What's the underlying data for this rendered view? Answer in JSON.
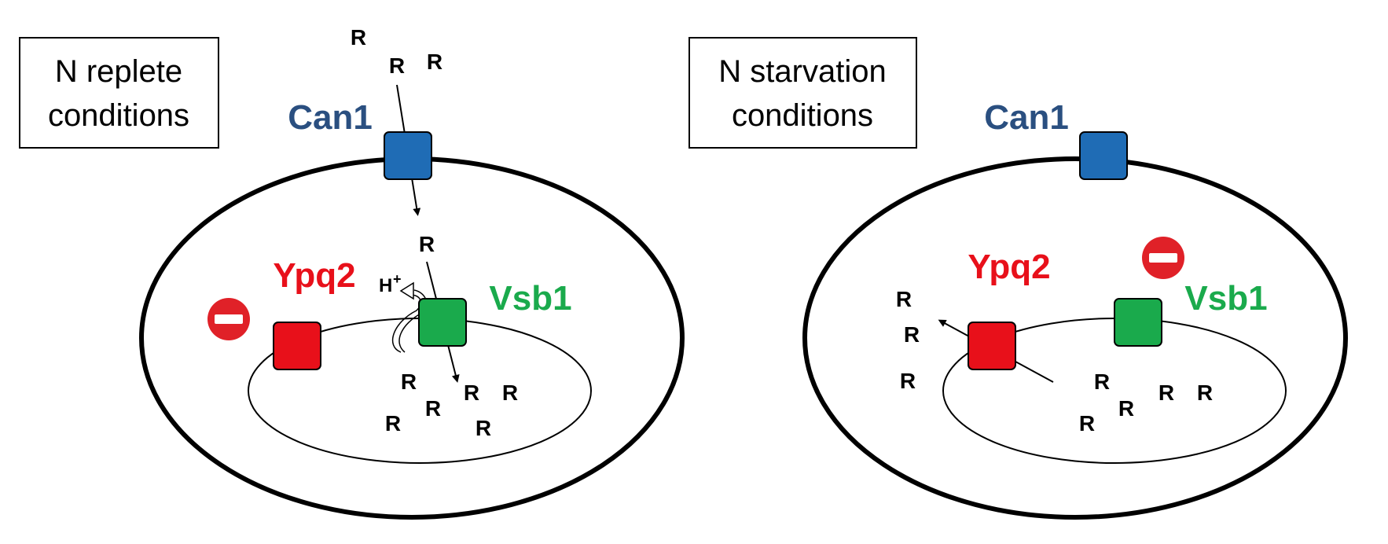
{
  "colors": {
    "can1": "#1f6cb5",
    "can1_label": "#2a4f80",
    "ypq2": "#e8101a",
    "vsb1": "#1aaa4c",
    "block": "#e02128"
  },
  "panels": [
    {
      "condition_line1": "N replete",
      "condition_line2": "conditions",
      "can1_label": "Can1",
      "ypq2_label": "Ypq2",
      "vsb1_label": "Vsb1",
      "proton_label": "H",
      "proton_charge": "+",
      "residue": "R",
      "blocked": "Ypq2"
    },
    {
      "condition_line1": "N starvation",
      "condition_line2": "conditions",
      "can1_label": "Can1",
      "ypq2_label": "Ypq2",
      "vsb1_label": "Vsb1",
      "residue": "R",
      "blocked": "Vsb1"
    }
  ],
  "icons": [
    "no-entry-icon",
    "no-entry-icon",
    "arrow-icon"
  ]
}
